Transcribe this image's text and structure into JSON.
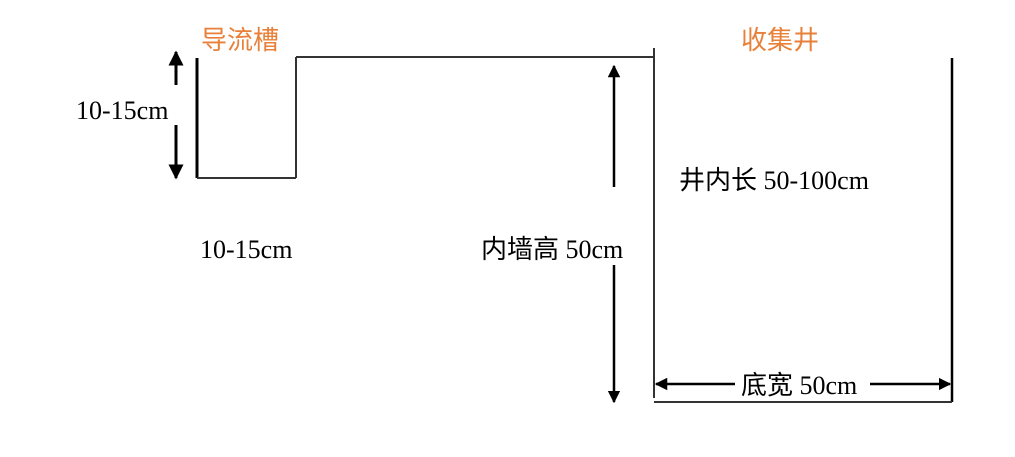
{
  "diagram": {
    "colors": {
      "title": "#e8803a",
      "line": "#000000",
      "background": "#ffffff"
    },
    "titles": {
      "channel": "导流槽",
      "well": "收集井"
    },
    "labels": {
      "channel_depth": "10-15cm",
      "channel_width": "10-15cm",
      "inner_wall_height": "内墙高 50cm",
      "well_inner_length": "井内长 50-100cm",
      "bottom_width": "底宽 50cm"
    }
  }
}
